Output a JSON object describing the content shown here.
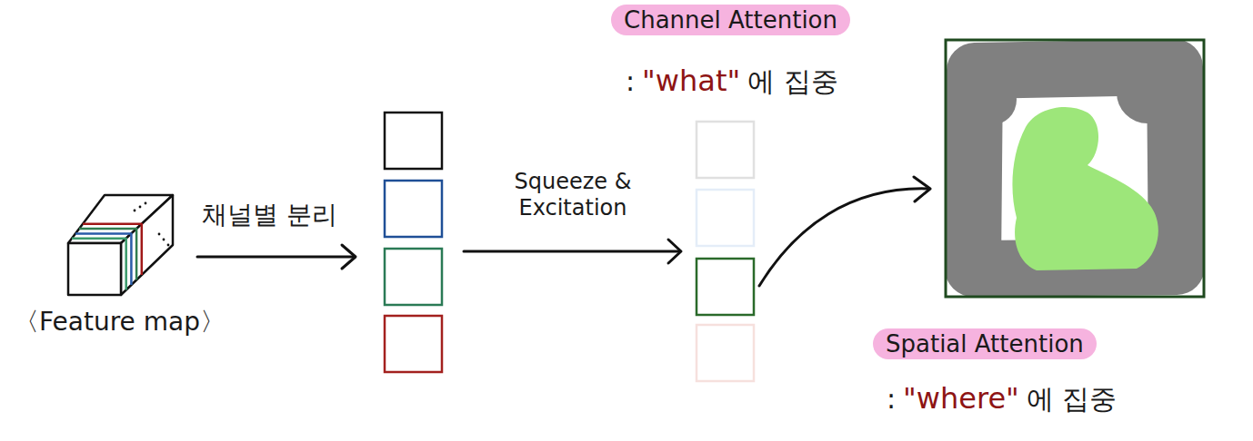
{
  "diagram": {
    "labels": [
      "〈Feature map〉",
      "채널별 분리",
      "Squeeze & Excitation",
      "Channel Attention",
      ":",
      "\"what\"",
      "에 집중",
      "Spatial Attention",
      ":",
      "\"where\"",
      "에 집중"
    ]
  }
}
